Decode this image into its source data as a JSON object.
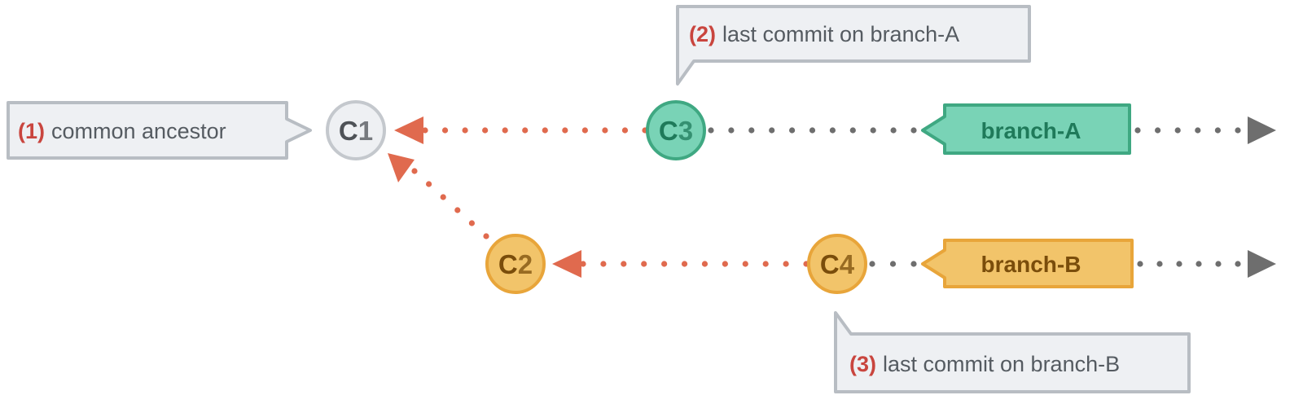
{
  "colors": {
    "ancestor_arrow": "#e06a4e",
    "future_dots": "#6e6e6e",
    "callout_fill": "#eef0f3",
    "callout_stroke": "#b8bdc3",
    "callout_number": "#c9453e",
    "c1_fill": "#eef0f3",
    "c1_stroke": "#c4c8cd",
    "c1_text": "#4e5257",
    "branch_a_fill": "#79d3b6",
    "branch_a_stroke": "#3fa882",
    "branch_a_text": "#1f7a5a",
    "branch_b_fill": "#f2c46a",
    "branch_b_stroke": "#e8a53a",
    "branch_b_text": "#7a4d0b"
  },
  "callouts": [
    {
      "id": "common-ancestor",
      "number": "(1)",
      "text": "common ancestor"
    },
    {
      "id": "last-commit-a",
      "number": "(2)",
      "text": "last commit on branch-A"
    },
    {
      "id": "last-commit-b",
      "number": "(3)",
      "text": "last commit on branch-B"
    }
  ],
  "commits": [
    {
      "id": "c1",
      "letter": "C",
      "digit": "1",
      "style": "neutral"
    },
    {
      "id": "c2",
      "letter": "C",
      "digit": "2",
      "style": "branch-b"
    },
    {
      "id": "c3",
      "letter": "C",
      "digit": "3",
      "style": "branch-a"
    },
    {
      "id": "c4",
      "letter": "C",
      "digit": "4",
      "style": "branch-b"
    }
  ],
  "branches": [
    {
      "id": "branch-a",
      "label": "branch-A"
    },
    {
      "id": "branch-b",
      "label": "branch-B"
    }
  ]
}
